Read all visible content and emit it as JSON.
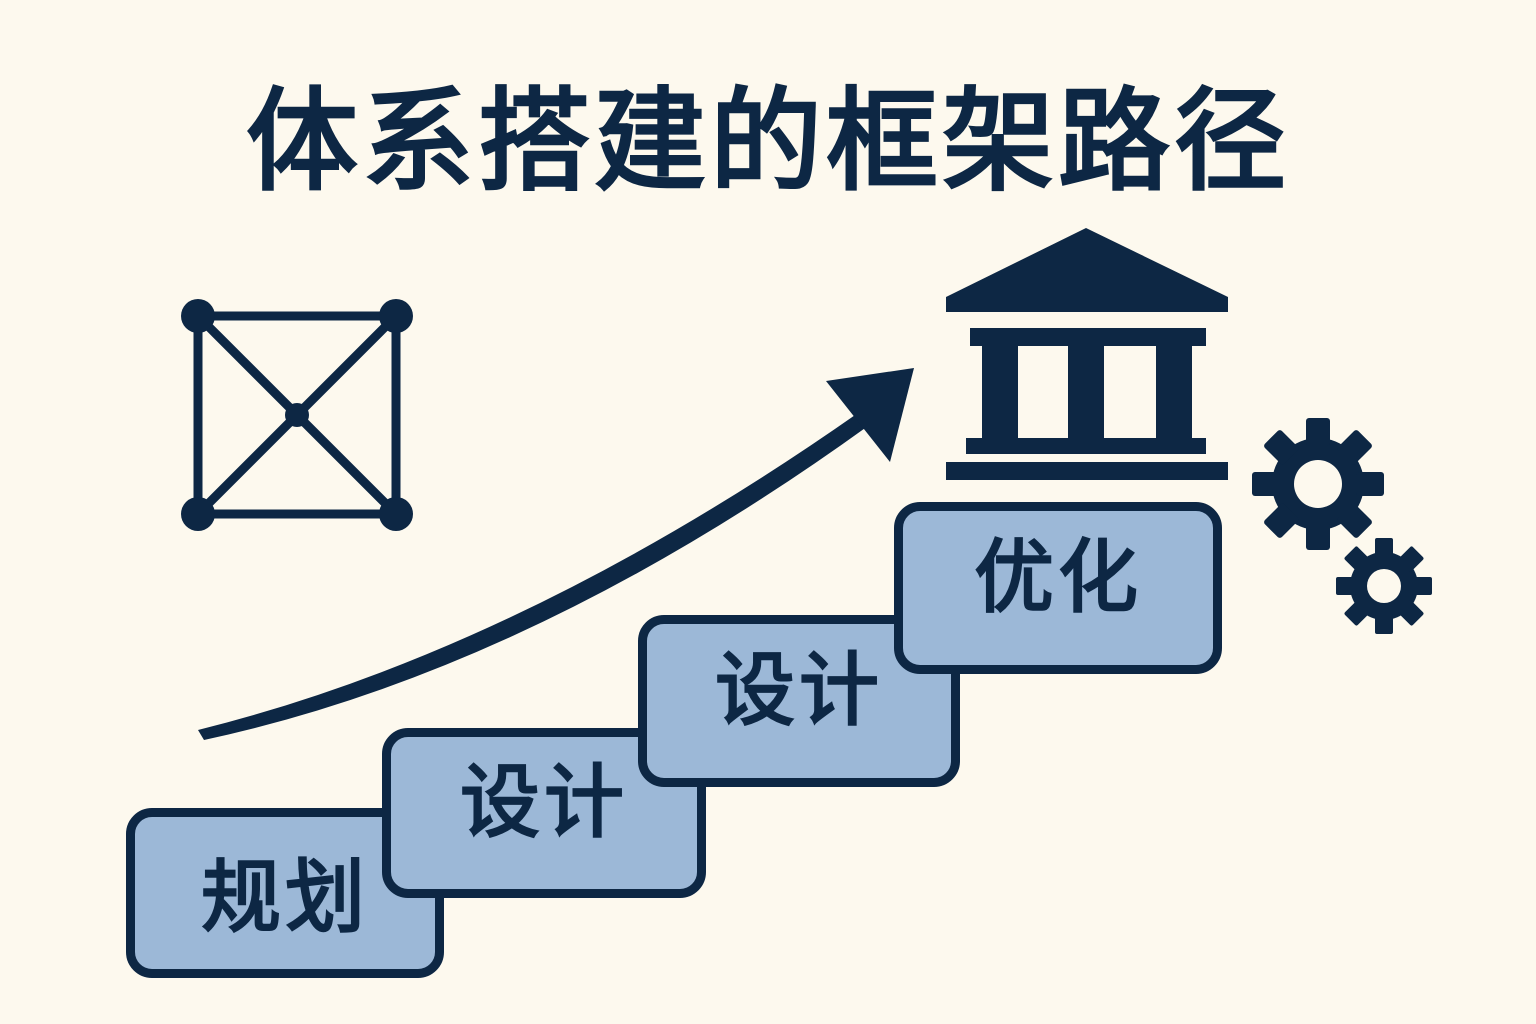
{
  "title": "体系搭建的框架路径",
  "steps": [
    {
      "label": "规划"
    },
    {
      "label": "设计"
    },
    {
      "label": "设计"
    },
    {
      "label": "优化"
    }
  ],
  "icons": [
    "network-icon",
    "growth-arrow-icon",
    "institution-building-icon",
    "gears-icon"
  ],
  "colors": {
    "background": "#fdf9ee",
    "primary": "#0d2744",
    "step_fill": "#9cb8d7"
  }
}
